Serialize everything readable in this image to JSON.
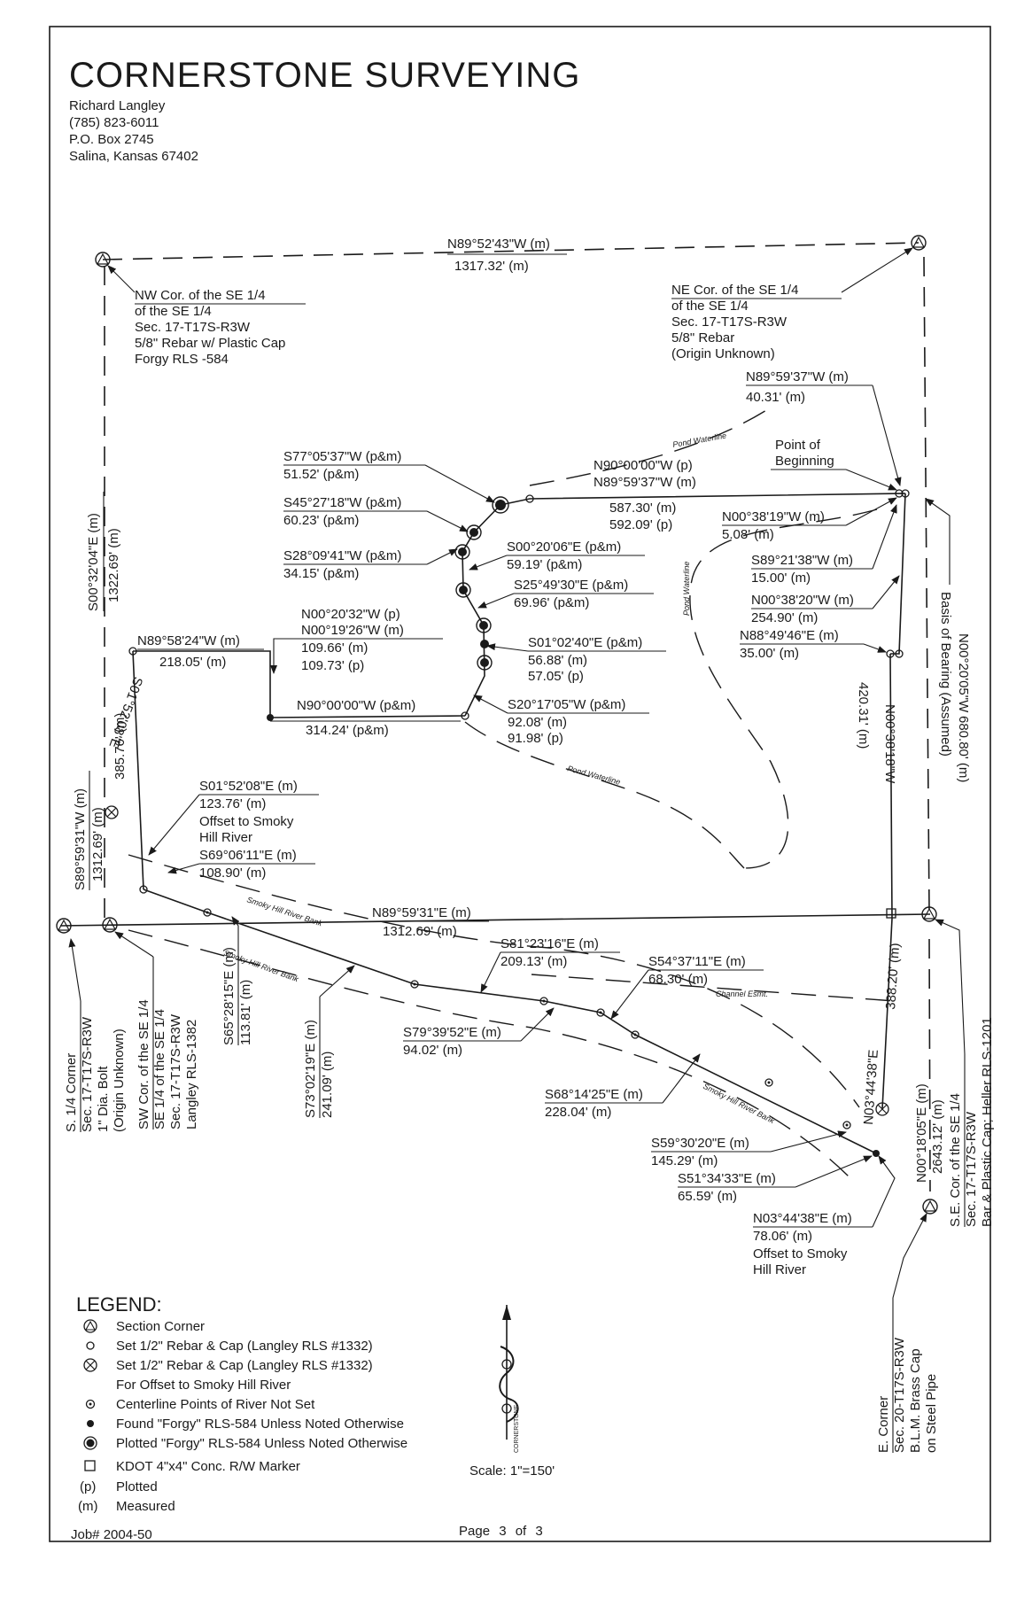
{
  "company": {
    "name": "CORNERSTONE SURVEYING",
    "person": "Richard Langley",
    "phone": "(785) 823-6011",
    "po_box": "P.O. Box 2745",
    "city": "Salina, Kansas 67402"
  },
  "top_line": {
    "bearing": "N89°52'43\"W (m)",
    "distance": "1317.32' (m)"
  },
  "nw_corner": {
    "l1": "NW Cor. of the SE 1/4",
    "l2": "of the SE 1/4",
    "l3": "Sec. 17-T17S-R3W",
    "l4": "5/8\" Rebar w/ Plastic Cap",
    "l5": "Forgy RLS -584"
  },
  "ne_corner": {
    "l1": "NE Cor. of the SE 1/4",
    "l2": "of the SE 1/4",
    "l3": "Sec. 17-T17S-R3W",
    "l4": "5/8\" Rebar",
    "l5": "(Origin Unknown)"
  },
  "pob": {
    "l1": "Point of",
    "l2": "Beginning"
  },
  "pond_waterline": "Pond Waterline",
  "river_bank": "Smoky Hill River Bank",
  "channel_esmt": "Channel Esmt.",
  "west_line": {
    "bearing": "S00°32'04\"E (m)",
    "distance": "1322.69' (m)"
  },
  "east_line": {
    "bearing": "N00°20'05\"W",
    "distance": "680.80' (m)",
    "basis": "Basis of Bearing (Assumed)"
  },
  "calls": {
    "c1": {
      "b": "N89°59'37\"W (m)",
      "d": "40.31' (m)"
    },
    "c2": {
      "b": "S77°05'37\"W (p&m)",
      "d": "51.52' (p&m)"
    },
    "c3": {
      "b1": "N90°00'00\"W (p)",
      "b2": "N89°59'37\"W (m)",
      "d1": "587.30' (m)",
      "d2": "592.09' (p)"
    },
    "c4": {
      "b": "S45°27'18\"W (p&m)",
      "d": "60.23' (p&m)"
    },
    "c5": {
      "b": "N00°38'19\"W (m)",
      "d": "5.08' (m)"
    },
    "c6": {
      "b": "S28°09'41\"W (p&m)",
      "d": "34.15' (p&m)"
    },
    "c7": {
      "b": "S00°20'06\"E (p&m)",
      "d": "59.19' (p&m)"
    },
    "c8": {
      "b": "S89°21'38\"W (m)",
      "d": "15.00' (m)"
    },
    "c9": {
      "b": "S25°49'30\"E (p&m)",
      "d": "69.96' (p&m)"
    },
    "c10": {
      "b": "N00°38'20\"W (m)",
      "d": "254.90' (m)"
    },
    "c11": {
      "b1": "N00°20'32\"W (p)",
      "b2": "N00°19'26\"W (m)",
      "d1": "109.66' (m)",
      "d2": "109.73' (p)"
    },
    "c12": {
      "b": "N88°49'46\"E (m)",
      "d": "35.00' (m)"
    },
    "c13": {
      "b": "N89°58'24\"W (m)",
      "d": "218.05' (m)"
    },
    "c14": {
      "b": "S01°02'40\"E (p&m)",
      "d1": "56.88' (m)",
      "d2": "57.05' (p)"
    },
    "c15": {
      "b": "N90°00'00\"W (p&m)",
      "d": "314.24' (p&m)"
    },
    "c16": {
      "b": "S20°17'05\"W (p&m)",
      "d1": "92.08' (m)",
      "d2": "91.98' (p)"
    },
    "c17": {
      "b": "S01°52'08\"E",
      "d": "385.76' (m)"
    },
    "c18": {
      "b": "N00°38'18\"W",
      "d": "420.31' (m)"
    },
    "c19": {
      "b": "S01°52'08\"E (m)",
      "d": "123.76' (m)",
      "n1": "Offset to Smoky",
      "n2": "Hill River"
    },
    "c20": {
      "b": "S69°06'11\"E (m)",
      "d": "108.90' (m)"
    },
    "c21": {
      "b": "S89°59'31\"W (m)",
      "d": "1312.69' (m)"
    },
    "c22": {
      "b": "N89°59'31\"E (m)",
      "d": "1312.69' (m)"
    },
    "c23": {
      "b": "S81°23'16\"E (m)",
      "d": "209.13' (m)"
    },
    "c24": {
      "b": "S54°37'11\"E (m)",
      "d": "68.30' (m)"
    },
    "c25": {
      "b": "S79°39'52\"E (m)",
      "d": "94.02' (m)"
    },
    "c26": {
      "b": "S68°14'25\"E (m)",
      "d": "228.04' (m)"
    },
    "c27": {
      "b": "S59°30'20\"E (m)",
      "d": "145.29' (m)"
    },
    "c28": {
      "b": "S51°34'33\"E (m)",
      "d": "65.59' (m)"
    },
    "c29": {
      "b": "N03°44'38\"E (m)",
      "d": "78.06' (m)",
      "n1": "Offset to Smoky",
      "n2": "Hill River"
    },
    "c30": {
      "b": "N03°44'38\"E",
      "d": "388.20' (m)"
    },
    "c31": {
      "b": "N00°18'05\"E (m)",
      "d": "2643.12' (m)"
    },
    "c32": {
      "b": "S65°28'15\"E (m)",
      "d": "113.81' (m)"
    },
    "c33": {
      "b": "S73°02'19\"E (m)",
      "d": "241.09' (m)"
    }
  },
  "s_corner": {
    "l1": "S. 1/4 Corner",
    "l2": "Sec. 17-T17S-R3W",
    "l3": "1\" Dia. Bolt",
    "l4": "(Origin Unknown)"
  },
  "sw_corner": {
    "l1": "SW Cor. of the SE 1/4",
    "l2": "SE 1/4 of the SE 1/4",
    "l3": "Sec. 17-T17S-R3W",
    "l4": "Langley RLS-1382"
  },
  "se_corner": {
    "l1": "S.E. Cor. of the SE 1/4",
    "l2": "Sec. 17-T17S-R3W",
    "l3": "Bar & Plastic Cap; Heller RLS-1201"
  },
  "e_corner": {
    "l1": "E. Corner",
    "l2": "Sec. 20-T17S-R3W",
    "l3": "B.L.M. Brass Cap",
    "l4": "on Steel Pipe"
  },
  "legend": {
    "title": "LEGEND:",
    "items": [
      "Section Corner",
      "Set 1/2\" Rebar & Cap (Langley RLS #1332)",
      "Set 1/2\" Rebar & Cap (Langley RLS #1332)",
      "For Offset to Smoky Hill River",
      "Centerline Points of River Not Set",
      "Found \"Forgy\" RLS-584 Unless Noted Otherwise",
      "Plotted \"Forgy\" RLS-584 Unless Noted Otherwise",
      "KDOT 4\"x4\" Conc. R/W Marker",
      "Plotted",
      "Measured"
    ],
    "p": "(p)",
    "m": "(m)"
  },
  "north_logo": "CORNERSTONE",
  "scale": "Scale: 1\"=150'",
  "job": "Job# 2004-50",
  "page": "Page 3 of 3"
}
